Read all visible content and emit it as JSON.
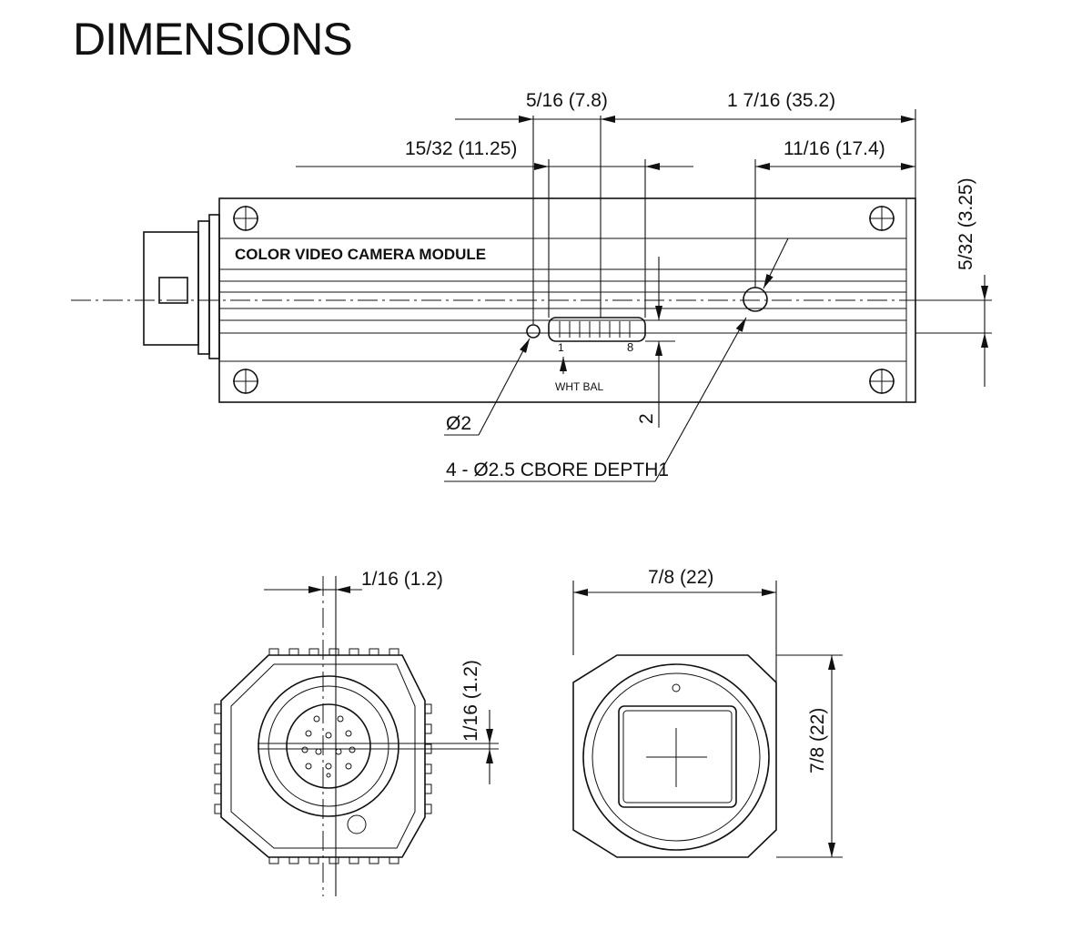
{
  "title": "DIMENSIONS",
  "side_view": {
    "module_label": "COLOR VIDEO CAMERA MODULE",
    "switch_label": "WHT BAL",
    "switch_start": "1",
    "switch_end": "8",
    "dim_top_a": "5/16 (7.8)",
    "dim_top_b": "1 7/16 (35.2)",
    "dim_mid_a": "15/32 (11.25)",
    "dim_mid_b": "11/16 (17.4)",
    "dim_right": "5/32 (3.25)",
    "dim_small": "2",
    "callout_hole": "Ø2",
    "callout_cbore": "4 - Ø2.5 CBORE DEPTH1"
  },
  "rear_view": {
    "dim_top": "1/16 (1.2)",
    "dim_side": "1/16 (1.2)"
  },
  "front_view": {
    "dim_width": "7/8 (22)",
    "dim_height": "7/8 (22)"
  }
}
